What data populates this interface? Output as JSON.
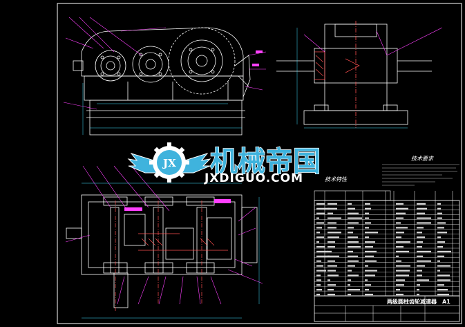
{
  "watermark": {
    "title_cn": "机械帝国",
    "site": "JXDIGUO.COM"
  },
  "notes": {
    "heading": "技术要求"
  },
  "parts_table": {
    "heading": "技术特性"
  },
  "title_block": {
    "title": "两级圆柱齿轮减速器",
    "sheet": "A1"
  },
  "colors": {
    "line_white": "#ffffff",
    "leader_magenta": "#ff40ff",
    "dim_cyan": "#40e0ff",
    "hatch_red": "#ff5050",
    "logo_blue": "#3fb3dd"
  }
}
